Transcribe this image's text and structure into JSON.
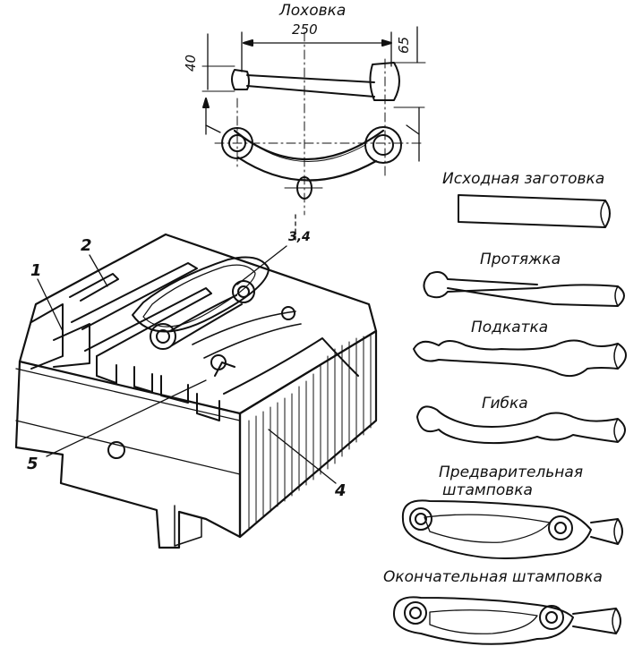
{
  "title": "Лоховка",
  "dimensions": {
    "length": "250",
    "height_left": "40",
    "height_right": "65"
  },
  "stages": [
    "Исходная заготовка",
    "Протяжка",
    "Подкатка",
    "Гибка",
    "Предварительная",
    "штамповка",
    "Окончательная штамповка"
  ],
  "callouts": [
    "1",
    "2",
    "3,4",
    "4",
    "5"
  ]
}
